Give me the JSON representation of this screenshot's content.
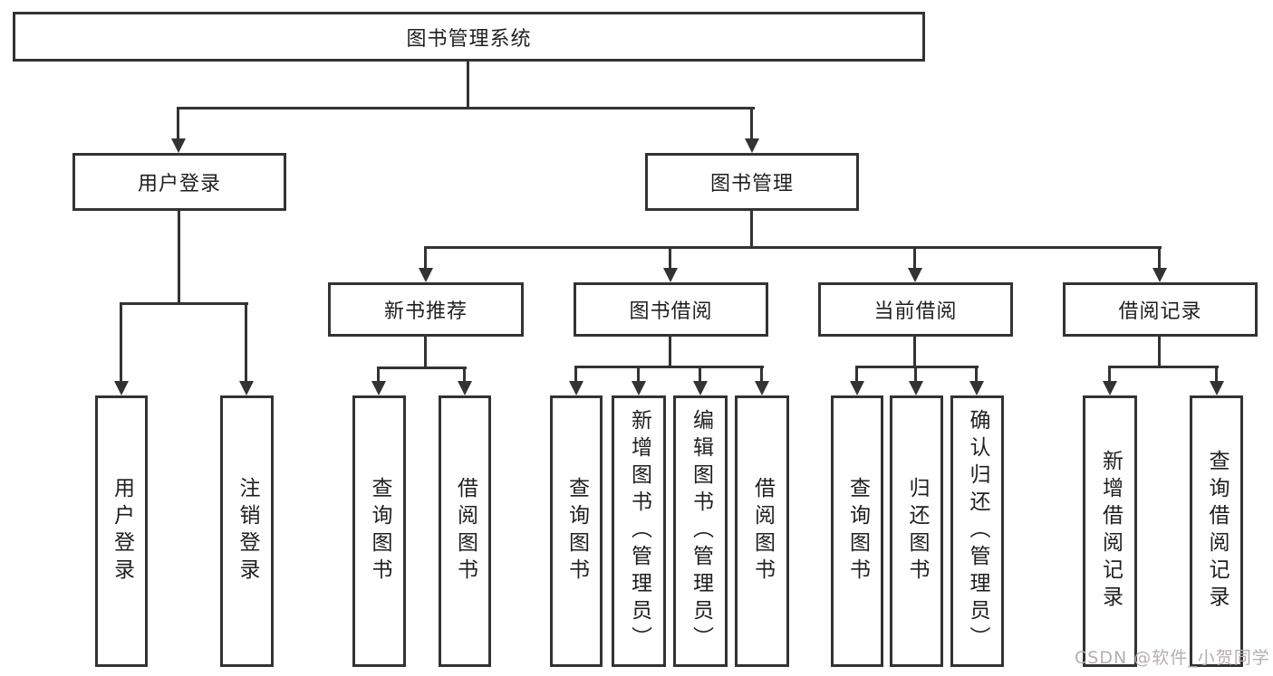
{
  "diagram": {
    "root": {
      "label": "图书管理系统"
    },
    "level2": [
      {
        "label": "用户登录"
      },
      {
        "label": "图书管理"
      }
    ],
    "level3": [
      {
        "label": "新书推荐"
      },
      {
        "label": "图书借阅"
      },
      {
        "label": "当前借阅"
      },
      {
        "label": "借阅记录"
      }
    ],
    "leaves": {
      "user": [
        "用户登录",
        "注销登录"
      ],
      "newbook": [
        "查询图书",
        "借阅图书"
      ],
      "borrow": [
        "查询图书",
        "新增图书（管理员）",
        "编辑图书（管理员）",
        "借阅图书"
      ],
      "current": [
        "查询图书",
        "归还图书",
        "确认归还（管理员）"
      ],
      "records": [
        "新增借阅记录",
        "查询借阅记录"
      ]
    }
  },
  "watermark": {
    "text": "CSDN @软件_小贺同学"
  },
  "colors": {
    "line": "#333333",
    "box_border": "#333333",
    "text": "#1f1f1f",
    "watermark": "#b5aeae",
    "background": "#ffffff"
  }
}
